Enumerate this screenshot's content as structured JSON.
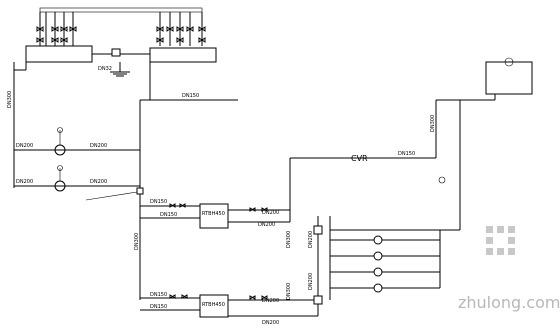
{
  "labels": {
    "dn150_top": "DN150",
    "dn200_a": "DN200",
    "dn200_b": "DN200",
    "dn200_c": "DN200",
    "dn200_d": "DN200",
    "dn300_left": "DN300",
    "dn300_lower": "DN300",
    "cvr": "CVR",
    "dn150_mid": "DN150",
    "dn300_right": "DN300",
    "dn150_r1": "DN150",
    "dn150_r2": "DN150",
    "dn200_r1": "DN200",
    "dn200_r2": "DN200",
    "dn200_r3": "DN200",
    "dn150_r3": "DN150",
    "dn150_r4": "DN150",
    "rtbh_1": "RTBH450",
    "rtbh_2": "RTBH450",
    "dn200_bottom": "DN200",
    "dn200_v1": "DN200",
    "dn200_v2": "DN200",
    "dn300_v": "DN300",
    "dn300_v2": "DN300",
    "dn32": "DN32"
  },
  "watermark": {
    "text": "zhulong.com"
  }
}
